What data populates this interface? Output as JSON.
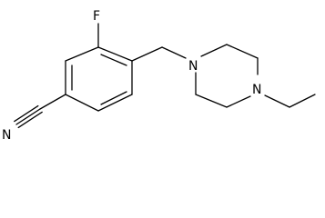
{
  "molecule": {
    "atoms": {
      "fluorine": "F",
      "nitrile_nitrogen": "N",
      "piperazine_n1": "N",
      "piperazine_n4": "N"
    },
    "colors": {
      "bond": "#000000",
      "label": "#000000",
      "background": "#ffffff"
    }
  }
}
